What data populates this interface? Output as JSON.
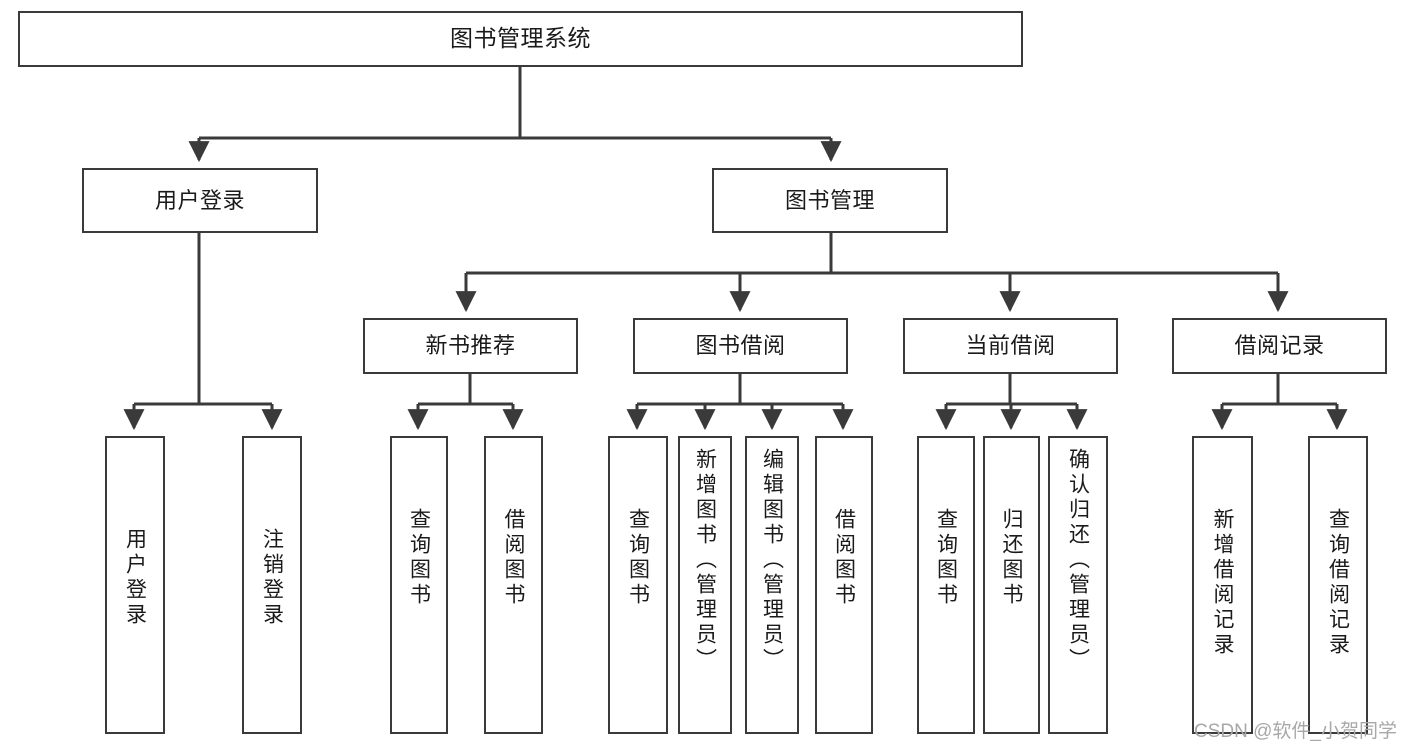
{
  "diagram": {
    "type": "tree-hierarchy-chart",
    "title": "图书管理系统",
    "root": {
      "id": "root",
      "label": "图书管理系统"
    },
    "level2": [
      {
        "id": "user-login",
        "label": "用户登录"
      },
      {
        "id": "book-manage",
        "label": "图书管理"
      }
    ],
    "level3": [
      {
        "id": "new-book-recommend",
        "label": "新书推荐",
        "parent": "book-manage"
      },
      {
        "id": "book-borrow",
        "label": "图书借阅",
        "parent": "book-manage"
      },
      {
        "id": "current-borrow",
        "label": "当前借阅",
        "parent": "book-manage"
      },
      {
        "id": "borrow-record",
        "label": "借阅记录",
        "parent": "book-manage"
      }
    ],
    "leaves": [
      {
        "id": "leaf-user-login",
        "label": "用户登录",
        "parent": "user-login"
      },
      {
        "id": "leaf-user-logout",
        "label": "注销登录",
        "parent": "user-login"
      },
      {
        "id": "leaf-query-book-1",
        "label": "查询图书",
        "parent": "new-book-recommend"
      },
      {
        "id": "leaf-borrow-book-1",
        "label": "借阅图书",
        "parent": "new-book-recommend"
      },
      {
        "id": "leaf-query-book-2",
        "label": "查询图书",
        "parent": "book-borrow"
      },
      {
        "id": "leaf-add-book",
        "label": "新增图书（管理员）",
        "parent": "book-borrow"
      },
      {
        "id": "leaf-edit-book",
        "label": "编辑图书（管理员）",
        "parent": "book-borrow"
      },
      {
        "id": "leaf-borrow-book-2",
        "label": "借阅图书",
        "parent": "book-borrow"
      },
      {
        "id": "leaf-query-book-3",
        "label": "查询图书",
        "parent": "current-borrow"
      },
      {
        "id": "leaf-return-book",
        "label": "归还图书",
        "parent": "current-borrow"
      },
      {
        "id": "leaf-confirm-return",
        "label": "确认归还（管理员）",
        "parent": "current-borrow"
      },
      {
        "id": "leaf-add-record",
        "label": "新增借阅记录",
        "parent": "borrow-record"
      },
      {
        "id": "leaf-query-record",
        "label": "查询借阅记录",
        "parent": "borrow-record"
      }
    ],
    "colors": {
      "stroke": "#3a3a3a",
      "background": "#ffffff",
      "text": "#1a1a1a",
      "watermark": "#a8a8a8"
    }
  },
  "watermark": {
    "text": "CSDN @软件_小贺同学"
  }
}
